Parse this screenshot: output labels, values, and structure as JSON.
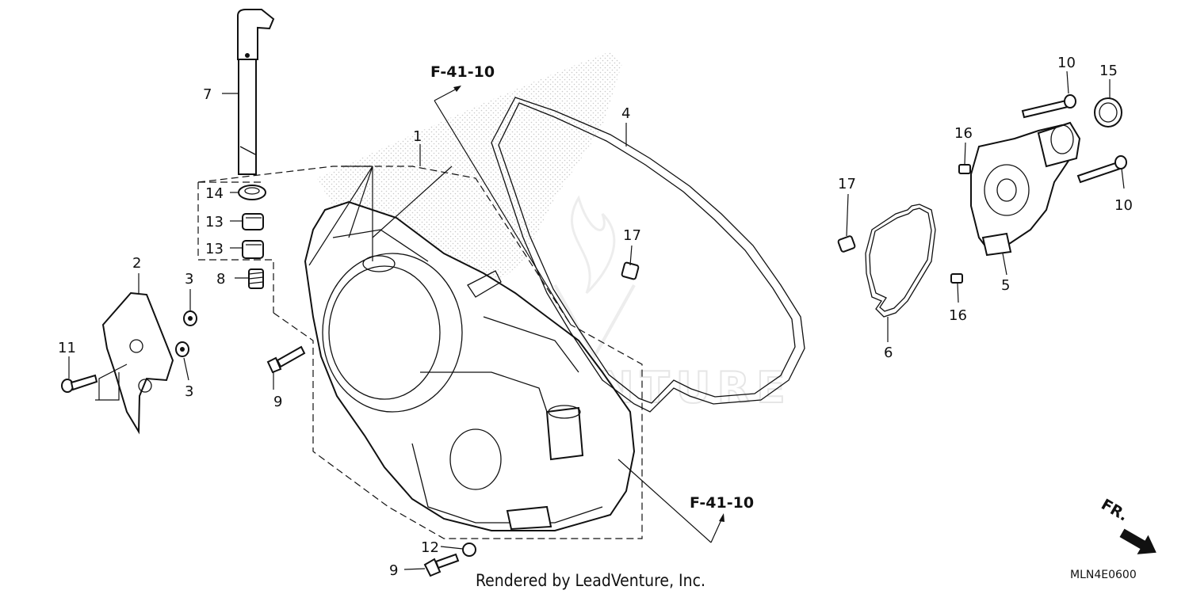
{
  "diagram": {
    "references": [
      {
        "id": "ref-top",
        "text": "F-41-10"
      },
      {
        "id": "ref-bottom",
        "text": "F-41-10"
      }
    ],
    "callouts": {
      "p1": "1",
      "p2": "2",
      "p3a": "3",
      "p3b": "3",
      "p4": "4",
      "p5": "5",
      "p6": "6",
      "p7": "7",
      "p8": "8",
      "p9a": "9",
      "p9b": "9",
      "p10a": "10",
      "p10b": "10",
      "p11": "11",
      "p12": "12",
      "p13a": "13",
      "p13b": "13",
      "p14": "14",
      "p15": "15",
      "p16a": "16",
      "p16b": "16",
      "p17a": "17",
      "p17b": "17"
    },
    "front_indicator": "FR.",
    "footer": "Rendered by LeadVenture, Inc.",
    "diagram_code": "MLN4E0600",
    "watermark": "LEADVENTURE"
  }
}
